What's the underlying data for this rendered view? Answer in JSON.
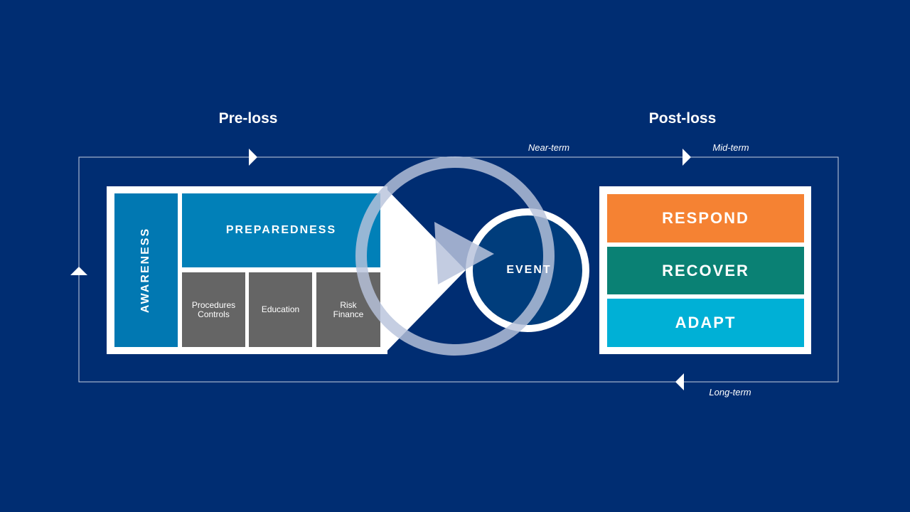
{
  "headings": {
    "pre_loss": "Pre-loss",
    "post_loss": "Post-loss"
  },
  "timeline": {
    "near_term": "Near-term",
    "mid_term": "Mid-term",
    "long_term": "Long-term"
  },
  "pre_loss": {
    "awareness": "AWARENESS",
    "preparedness": "PREPAREDNESS",
    "items": [
      {
        "label": "Procedures\nControls"
      },
      {
        "label": "Education"
      },
      {
        "label": "Risk\nFinance"
      }
    ]
  },
  "event": {
    "label": "EVENT"
  },
  "post_loss": {
    "phases": [
      {
        "label": "RESPOND",
        "color": "#f58233"
      },
      {
        "label": "RECOVER",
        "color": "#0a8174"
      },
      {
        "label": "ADAPT",
        "color": "#00b0d6"
      }
    ]
  },
  "colors": {
    "background": "#002d72",
    "awareness": "#0178b2",
    "preparedness": "#0180b8",
    "grey_box": "#656565",
    "event_fill": "#003d7c",
    "ring": "#b8c3dc"
  }
}
